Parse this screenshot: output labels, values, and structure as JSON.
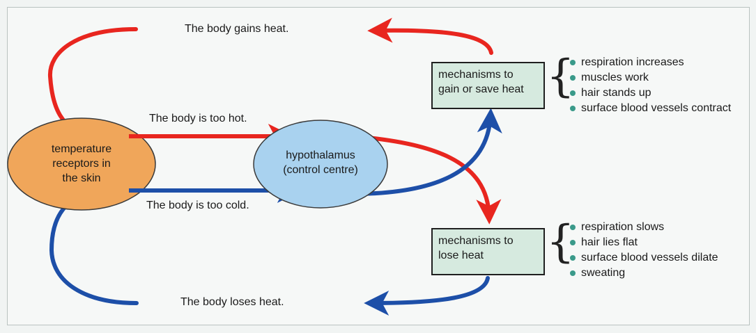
{
  "colors": {
    "hot_arrow": "#e8261f",
    "cold_arrow": "#1d4fa8",
    "receptor_fill": "#f0a65a",
    "hypothalamus_fill": "#a9d2ef",
    "mechanism_fill": "#d6eadf",
    "bullet": "#3a9a8a"
  },
  "labels": {
    "gains_heat": "The body gains heat.",
    "too_hot": "The body is too hot.",
    "too_cold": "The body is too cold.",
    "loses_heat": "The body loses heat."
  },
  "receptors": {
    "line1": "temperature",
    "line2": "receptors in",
    "line3": "the skin"
  },
  "hypothalamus": {
    "line1": "hypothalamus",
    "line2": "(control centre)"
  },
  "gain_box": {
    "line1": "mechanisms to",
    "line2": "gain or save heat",
    "effects": [
      "respiration increases",
      "muscles work",
      "hair stands up",
      "surface blood vessels contract"
    ]
  },
  "lose_box": {
    "line1": "mechanisms to",
    "line2": "lose heat",
    "effects": [
      "respiration slows",
      "hair lies flat",
      "surface blood vessels dilate",
      "sweating"
    ]
  },
  "brace_glyph": "{"
}
